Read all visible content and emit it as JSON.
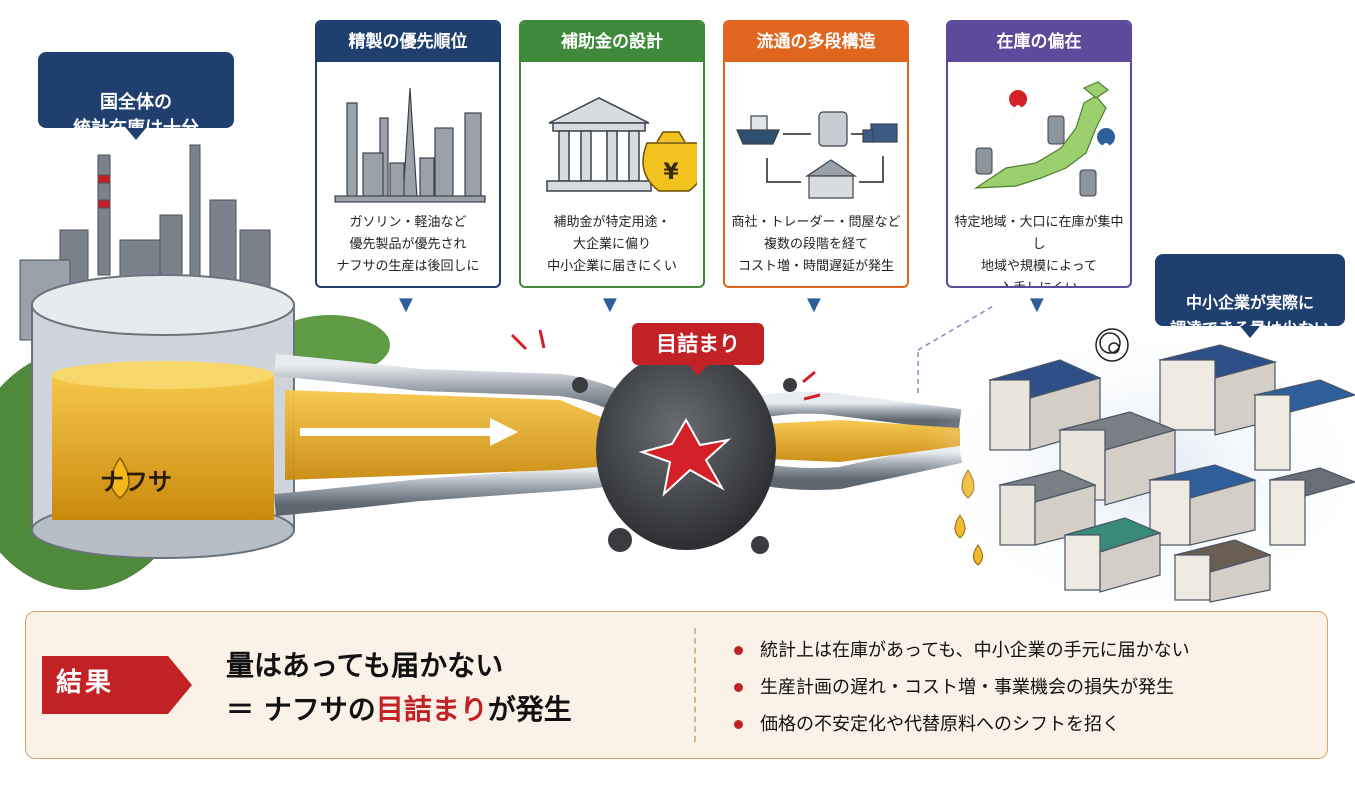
{
  "callouts": {
    "national_stock": "国全体の\n統計在庫は十分",
    "sme_supply": "中小企業が実際に\n調達できる量は少ない"
  },
  "tank_label": "ナフサ",
  "blockage_label": "目詰まり",
  "cards": [
    {
      "title": "精製の優先順位",
      "text": "ガソリン・軽油など\n優先製品が優先され\nナフサの生産は後回しに",
      "color": "#1f3f6e"
    },
    {
      "title": "補助金の設計",
      "text": "補助金が特定用途・\n大企業に偏り\n中小企業に届きにくい",
      "color": "#3f8a3a"
    },
    {
      "title": "流通の多段構造",
      "text": "商社・トレーダー・問屋など\n複数の段階を経て\nコスト増・時間遅延が発生",
      "color": "#e0661f"
    },
    {
      "title": "在庫の偏在",
      "text": "特定地域・大口に在庫が集中し\n地域や規模によって\n入手しにくい",
      "color": "#5e4a9a"
    }
  ],
  "result": {
    "badge": "結果",
    "line1": "量はあっても届かない",
    "line2_prefix": "＝ ナフサの",
    "line2_highlight": "目詰まり",
    "line2_suffix": "が発生",
    "bullets": [
      "統計上は在庫があっても、中小企業の手元に届かない",
      "生産計画の遅れ・コスト増・事業機会の損失が発生",
      "価格の不安定化や代替原料へのシフトを招く"
    ]
  },
  "colors": {
    "accent_red": "#c22126",
    "navy": "#1f3f6e",
    "naphtha": "#e9a91a"
  }
}
